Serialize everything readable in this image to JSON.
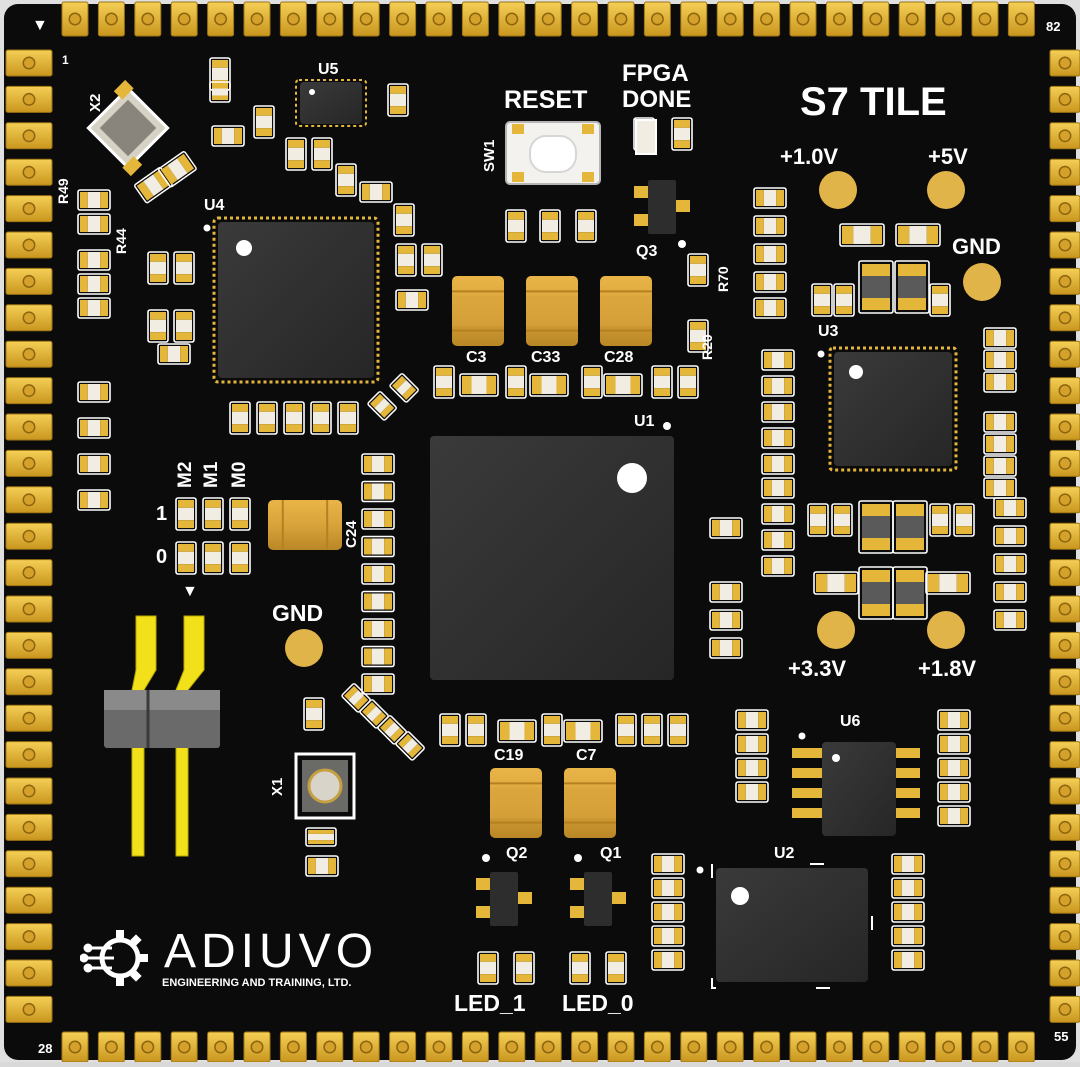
{
  "board": {
    "title": "S7 TILE",
    "pin_labels": {
      "pin_1": "1",
      "pin_28": "28",
      "pin_55": "55",
      "pin_82": "82"
    },
    "buttons": {
      "reset_label": "RESET",
      "fpga_label_1": "FPGA",
      "fpga_label_2": "DONE",
      "sw_ref": "SW1"
    },
    "power": {
      "v1_0": "+1.0V",
      "v5": "+5V",
      "gnd_top": "GND",
      "v3_3": "+3.3V",
      "v1_8": "+1.8V",
      "gnd_left": "GND"
    },
    "refs": {
      "u1": "U1",
      "u2": "U2",
      "u3": "U3",
      "u4": "U4",
      "u5": "U5",
      "u6": "U6",
      "x1": "X1",
      "x2": "X2",
      "q1": "Q1",
      "q2": "Q2",
      "q3": "Q3",
      "c3": "C3",
      "c33": "C33",
      "c28": "C28",
      "c24": "C24",
      "c19": "C19",
      "c7": "C7",
      "r20": "R20",
      "r70": "R70",
      "r44": "R44",
      "r49": "R49"
    },
    "mode": {
      "m2": "M2",
      "m1": "M1",
      "m0": "M0",
      "row_1": "1",
      "row_0": "0"
    },
    "leds": {
      "led1": "LED_1",
      "led0": "LED_0"
    },
    "logo": {
      "name": "ADIUVO",
      "tagline": "ENGINEERING AND TRAINING, LTD."
    },
    "colors": {
      "pcb": "#0b0b0b",
      "gold": "#e4b63a",
      "silkscreen": "#ffffff",
      "pin_header": "#f2e01a"
    }
  }
}
